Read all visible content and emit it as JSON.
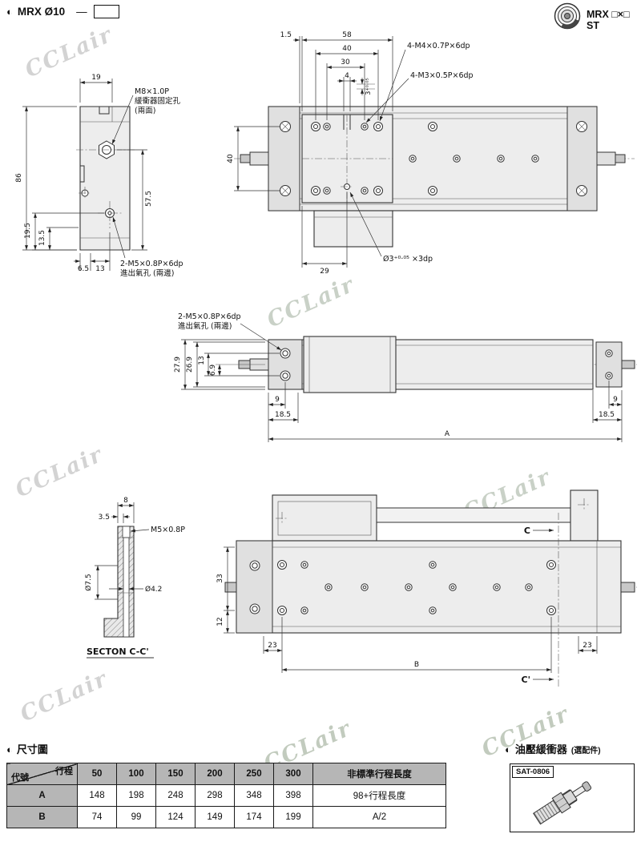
{
  "header": {
    "bullet": "◐",
    "title": "MRX  Ø10",
    "dash": "—",
    "logo_text": "MRX □×□ ST"
  },
  "watermark": {
    "text": "CCLair"
  },
  "side": {
    "d19": "19",
    "d86": "86",
    "d57_5": "57.5",
    "d19_5": "19.5",
    "d13_5": "13.5",
    "d6_5": "6.5",
    "d13": "13",
    "m8": "M8×1.0P",
    "m8_note1": "緩衝器固定孔",
    "m8_note2": "(兩面)",
    "m5": "2-M5×0.8P×6dp",
    "m5_note": "進出氣孔 (兩邊)"
  },
  "front": {
    "d1_5": "1.5",
    "d58": "58",
    "d40t": "40",
    "d30": "30",
    "d4": "4",
    "d3": "3⁺⁰·⁰⁵",
    "m4": "4-M4×0.7P×6dp",
    "m3": "4-M3×0.5P×6dp",
    "d40l": "40",
    "d29": "29",
    "pin": "Ø3⁺⁰·⁰⁵ ×3dp"
  },
  "top": {
    "m5": "2-M5×0.8P×6dp",
    "m5_note": "進出氣孔 (兩邊)",
    "d27_9": "27.9",
    "d26_9": "26.9",
    "d13": "13",
    "d6_9": "6.9",
    "d9l": "9",
    "d18_5l": "18.5",
    "dA": "A",
    "d9r": "9",
    "d18_5r": "18.5"
  },
  "section": {
    "d8": "8",
    "d3_5": "3.5",
    "m5": "M5×0.8P",
    "d7_5": "Ø7.5",
    "d4_2": "Ø4.2",
    "title": "SECTON C-C'"
  },
  "bottom": {
    "d33": "33",
    "d12": "12",
    "d23l": "23",
    "dB": "B",
    "d23r": "23",
    "c": "C",
    "cp": "C'"
  },
  "dim_section": {
    "bullet": "◐",
    "title": "尺寸圖"
  },
  "table": {
    "corner_top": "行程",
    "corner_bottom": "代號",
    "cols": [
      "50",
      "100",
      "150",
      "200",
      "250",
      "300",
      "非標準行程長度"
    ],
    "rowA": {
      "code": "A",
      "v": [
        "148",
        "198",
        "248",
        "298",
        "348",
        "398",
        "98+行程長度"
      ]
    },
    "rowB": {
      "code": "B",
      "v": [
        "74",
        "99",
        "124",
        "149",
        "174",
        "199",
        "A/2"
      ]
    }
  },
  "absorber": {
    "bullet": "◐",
    "title": "油壓緩衝器",
    "subtitle": "(選配件)",
    "model": "SAT-0806"
  }
}
